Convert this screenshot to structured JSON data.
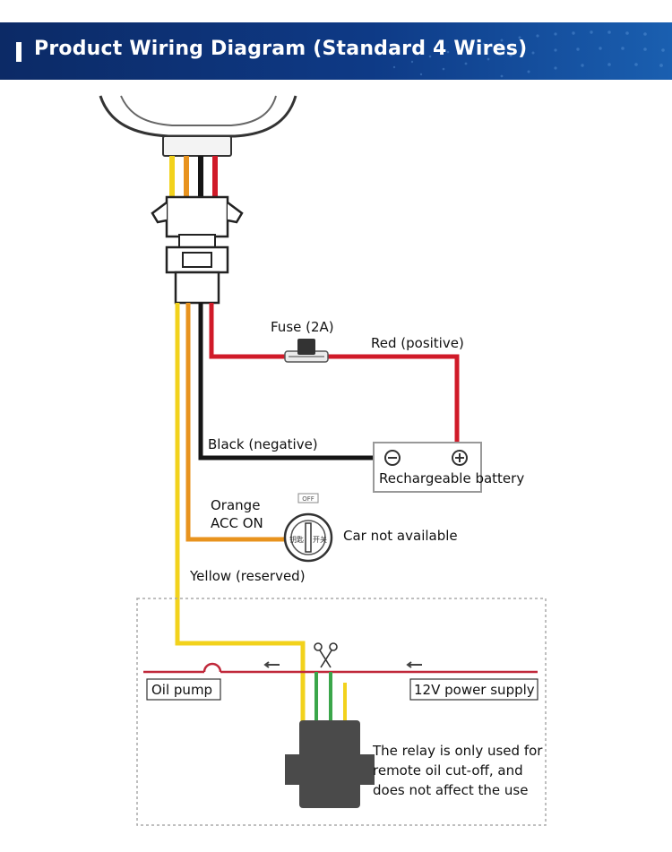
{
  "header": {
    "title": "Product Wiring Diagram (Standard 4 Wires)"
  },
  "labels": {
    "fuse": "Fuse (2A)",
    "red": "Red (positive)",
    "black": "Black (negative)",
    "battery": "Rechargeable battery",
    "orange_line1": "Orange",
    "orange_line2": "ACC ON",
    "car": "Car not available",
    "yellow": "Yellow (reserved)",
    "oil_pump": "Oil pump",
    "power": "12V power supply",
    "relay_line1": "The relay is only used for",
    "relay_line2": "remote oil cut-off, and",
    "relay_line3": "does not affect the use",
    "switch_off": "OFF",
    "switch_left": "钥匙",
    "switch_right": "开关"
  },
  "colors": {
    "banner": "#0e3a86",
    "red_wire": "#d01a28",
    "black_wire": "#151515",
    "orange_wire": "#e8931e",
    "yellow_wire": "#f2d21c",
    "green_wire": "#3aa64a",
    "relay": "#4a4a4a"
  }
}
